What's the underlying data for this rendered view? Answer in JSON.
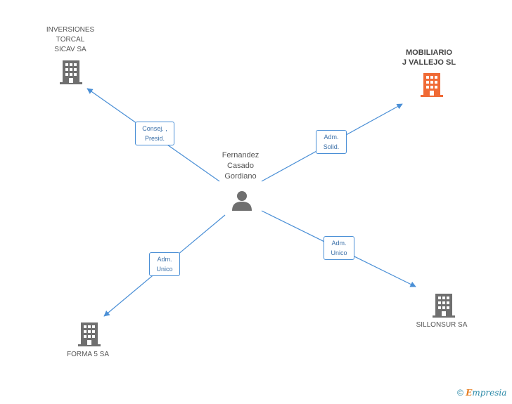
{
  "person": {
    "name": "Fernandez\nCasado\nGordiano",
    "icon": "person-icon"
  },
  "companies": [
    {
      "id": "inversiones",
      "label": "INVERSIONES\nTORCAL\nSICAV SA",
      "icon": "building-icon",
      "color": "#6f6f6f"
    },
    {
      "id": "mobiliario",
      "label": "MOBILIARIO\nJ VALLEJO SL",
      "icon": "building-icon",
      "color": "#f06a35"
    },
    {
      "id": "sillonsur",
      "label": "SILLONSUR SA",
      "icon": "building-icon",
      "color": "#6f6f6f"
    },
    {
      "id": "forma5",
      "label": "FORMA 5 SA",
      "icon": "building-icon",
      "color": "#6f6f6f"
    }
  ],
  "relations": [
    {
      "label": "Consej. ,\nPresid."
    },
    {
      "label": "Adm.\nSolid."
    },
    {
      "label": "Adm.\nUnico"
    },
    {
      "label": "Adm.\nUnico"
    }
  ],
  "footer": {
    "copyright": "©",
    "brand_initial": "E",
    "brand_rest": "mpresia"
  },
  "colors": {
    "link": "#4a8fd6",
    "building": "#6f6f6f",
    "focus_building": "#f06a35",
    "person": "#6f6f6f"
  }
}
